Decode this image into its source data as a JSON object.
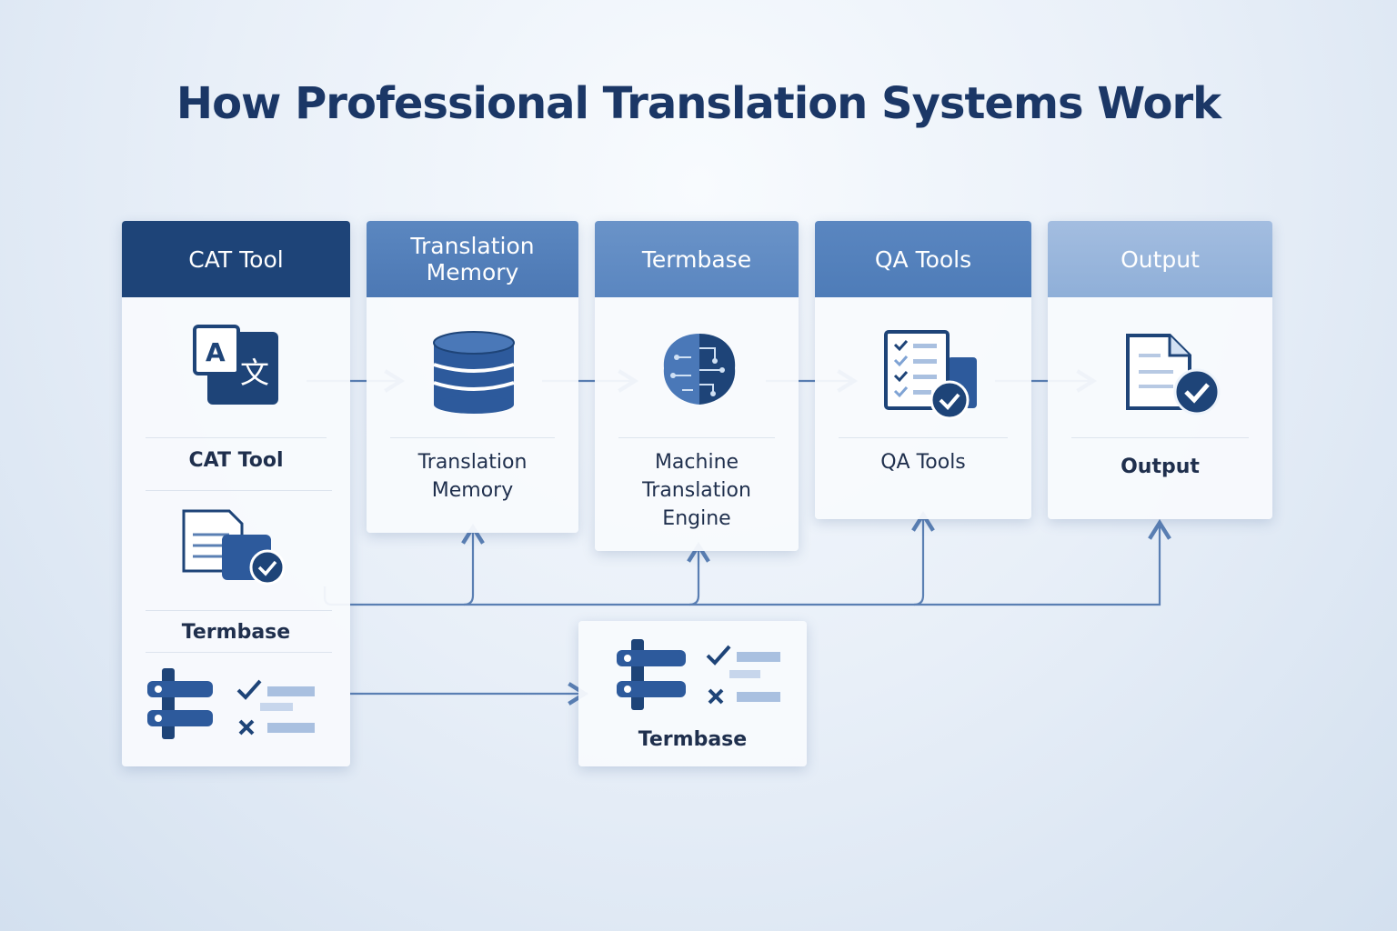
{
  "title": "How Professional Translation Systems Work",
  "colors": {
    "dark": "#1e4478",
    "mid": "#4f7db8",
    "line": "#5a7fb3"
  },
  "cards": {
    "cat": {
      "header": "CAT Tool",
      "label": "CAT Tool",
      "sub_label": "Termbase"
    },
    "tm": {
      "header": "Translation Memory",
      "label": "Translation Memory"
    },
    "termbase": {
      "header": "Termbase",
      "label": "Machine Translation Engine"
    },
    "qa": {
      "header": "QA Tools",
      "label": "QA Tools"
    },
    "output": {
      "header": "Output",
      "label": "Output"
    },
    "bottom_termbase": {
      "label": "Termbase"
    }
  }
}
